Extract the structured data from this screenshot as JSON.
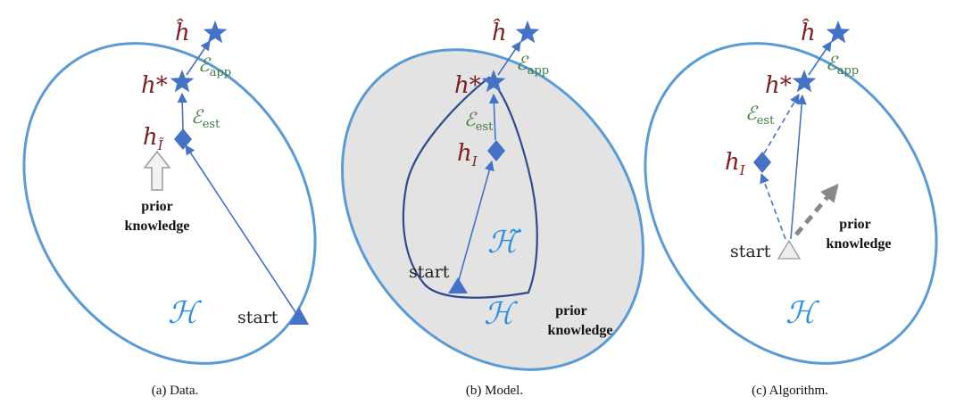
{
  "colors": {
    "ellipse": "#5b9bd5",
    "marker": "#4472c4",
    "hypothesis": "#7a1f1f",
    "error": "#3f7a3f",
    "space": "#2a8fe6",
    "shade": "#e3e3e3"
  },
  "symbols": {
    "h_hat": "ĥ",
    "h_star": "h*",
    "h_I": "h",
    "sub_I": "I",
    "sub_I_tilde": "Ĩ",
    "eps_app_main": "ℰ",
    "eps_app_sub": "app",
    "eps_est_main": "ℰ",
    "eps_est_sub": "est",
    "space_H": "ℋ",
    "space_H_tilde": "ℋ̃",
    "start": "start"
  },
  "panels": [
    {
      "caption": "(a)  Data.",
      "prior_line1": "prior",
      "prior_line2": "knowledge"
    },
    {
      "caption": "(b)  Model.",
      "prior_line1": "prior",
      "prior_line2": "knowledge"
    },
    {
      "caption": "(c)  Algorithm.",
      "prior_line1": "prior",
      "prior_line2": "knowledge"
    }
  ]
}
